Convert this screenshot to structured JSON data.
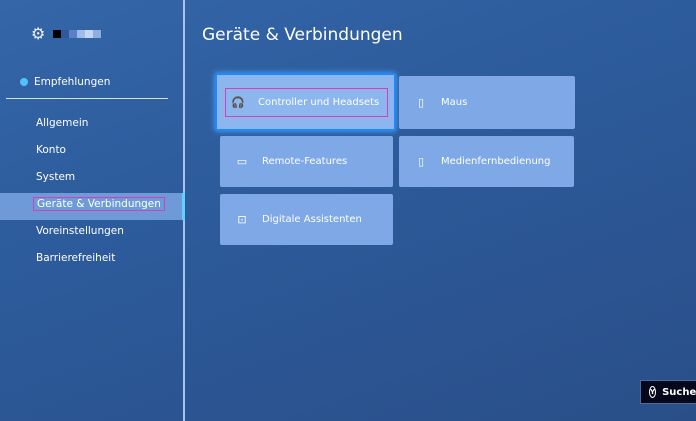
{
  "sidebar": {
    "recommendation": "Empfehlungen",
    "items": [
      "Allgemein",
      "Konto",
      "System",
      "Geräte & Verbindungen",
      "Voreinstellungen",
      "Barrierefreiheit"
    ],
    "active_index": 3
  },
  "main": {
    "title": "Geräte & Verbindungen",
    "tiles": [
      {
        "label": "Controller und Headsets",
        "icon": "controller-headset-icon"
      },
      {
        "label": "Maus",
        "icon": "mouse-icon"
      },
      {
        "label": "Remote-Features",
        "icon": "phone-icon"
      },
      {
        "label": "Medienfernbedienung",
        "icon": "remote-icon"
      },
      {
        "label": "Digitale Assistenten",
        "icon": "assistant-icon"
      }
    ]
  },
  "search": {
    "button": "Y",
    "label": "Suchen"
  },
  "colors": {
    "accent": "#4fc3f7",
    "tile": "#7fa9e6",
    "focus": "#1e88ff"
  }
}
